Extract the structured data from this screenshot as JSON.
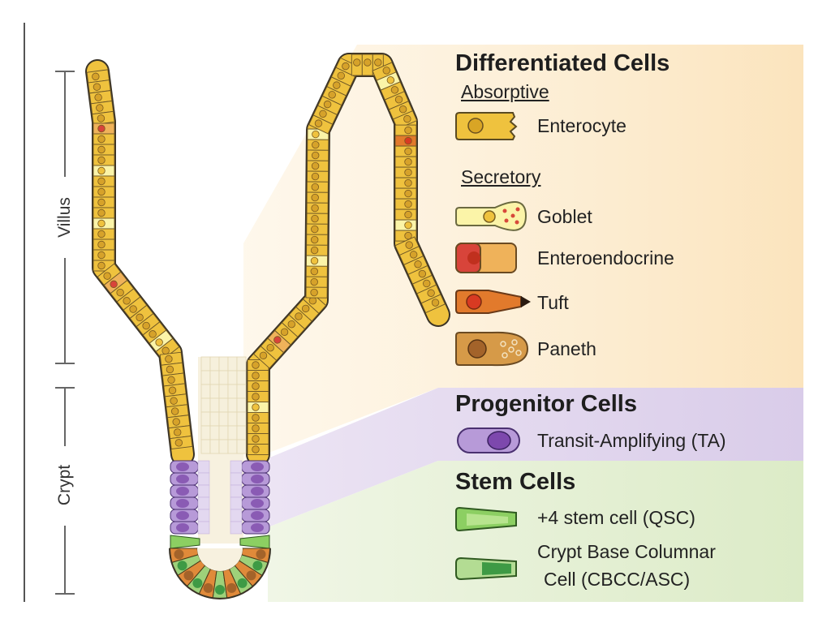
{
  "axis": {
    "villus": "Villus",
    "crypt": "Crypt"
  },
  "differentiated": {
    "title": "Differentiated Cells",
    "absorptive_heading": "Absorptive",
    "enterocyte": "Enterocyte",
    "secretory_heading": "Secretory",
    "goblet": "Goblet",
    "enteroendocrine": "Enteroendocrine",
    "tuft": "Tuft",
    "paneth": "Paneth"
  },
  "progenitor": {
    "title": "Progenitor Cells",
    "ta": "Transit-Amplifying (TA)"
  },
  "stem": {
    "title": "Stem Cells",
    "qsc": "+4 stem cell (QSC)",
    "cbcc_line1": "Crypt Base Columnar",
    "cbcc_line2": "Cell (CBCC/ASC)"
  },
  "colors": {
    "differentiated_band": "#fbe7c4",
    "progenitor_band": "#dcd0ec",
    "stem_band": "#e2efcf",
    "enterocyte": "#efc23e",
    "goblet": "#fbf4a8",
    "enteroendocrine": "#d8443a",
    "tuft": "#e27a2c",
    "paneth": "#cf8f3e",
    "ta": "#8a5bb4",
    "qsc": "#8ccf62",
    "cbcc": "#3e9a45"
  }
}
